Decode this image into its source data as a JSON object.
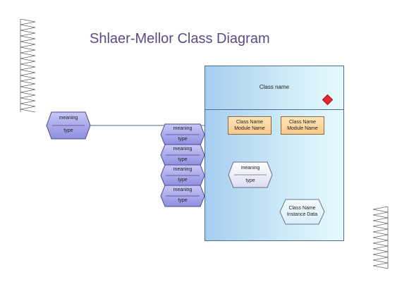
{
  "title": "Shlaer-Mellor Class Diagram",
  "class_box": {
    "name_label": "Class name"
  },
  "module_boxes": [
    {
      "line1": "Class Name",
      "line2": "Module Name"
    },
    {
      "line1": "Class Name",
      "line2": "Module Name"
    }
  ],
  "left_attribute": {
    "meaning": "meaning",
    "type": "type"
  },
  "attribute_stack": [
    {
      "meaning": "meaning",
      "type": "type"
    },
    {
      "meaning": "meaning",
      "type": "type"
    },
    {
      "meaning": "meaning",
      "type": "type"
    },
    {
      "meaning": "meaning",
      "type": "type"
    }
  ],
  "inner_attribute": {
    "meaning": "meaning",
    "type": "type"
  },
  "instance_data": {
    "line1": "Class Name",
    "line2": "Instance Data"
  },
  "colors": {
    "title": "#5b4a86",
    "attribute_fill": "#a9a9ee",
    "attribute_stroke": "#4a4a8a",
    "class_box_stroke": "#4a6f96",
    "module_fill": "#f9c98a",
    "diamond": "#e0282e"
  }
}
